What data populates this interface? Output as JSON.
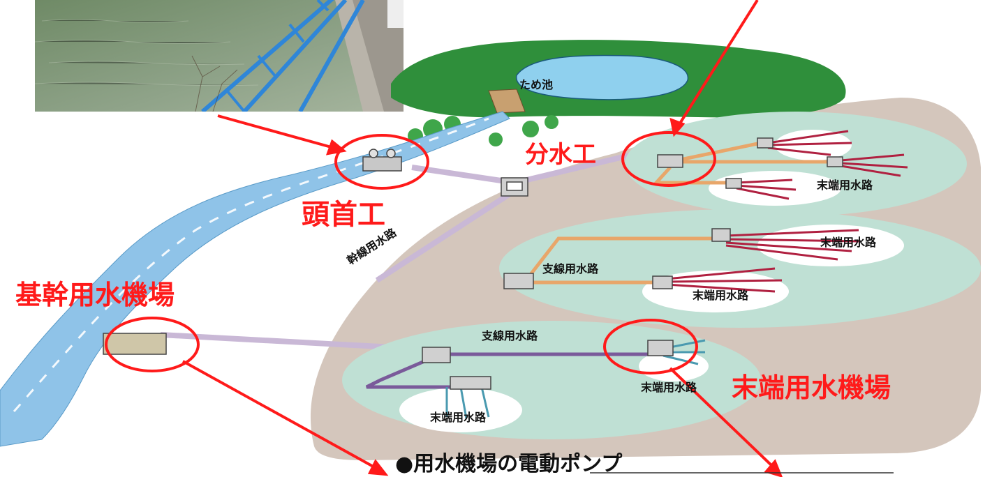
{
  "labels": {
    "tamechi": "ため池",
    "bunsuiko": "分水工",
    "toshuko": "頭首工",
    "kikan_kijo": "基幹用水機場",
    "massui_kijo": "末端用水機場",
    "kansen": "幹線用水路",
    "shisen_1": "支線用水路",
    "shisen_2": "支線用水路",
    "mattan_1": "末端用水路",
    "mattan_2": "末端用水路",
    "mattan_3": "末端用水路",
    "mattan_4": "末端用水路",
    "mattan_5": "末端用水路",
    "caption": "●用水機場の電動ポンプ"
  },
  "colors": {
    "annotation": "#ff1a1a",
    "river": "#8fc3e8",
    "field": "#bfe0d4",
    "land": "#d2c3b9",
    "forest": "#2f8f3b",
    "pond": "#8fd0ee",
    "main_canal": "#c9b8d6",
    "branch_canal_orange": "#e8a66a",
    "branch_canal_purple": "#7a5a9a",
    "end_canal_red": "#b02040",
    "end_canal_teal": "#4a9ab0"
  }
}
